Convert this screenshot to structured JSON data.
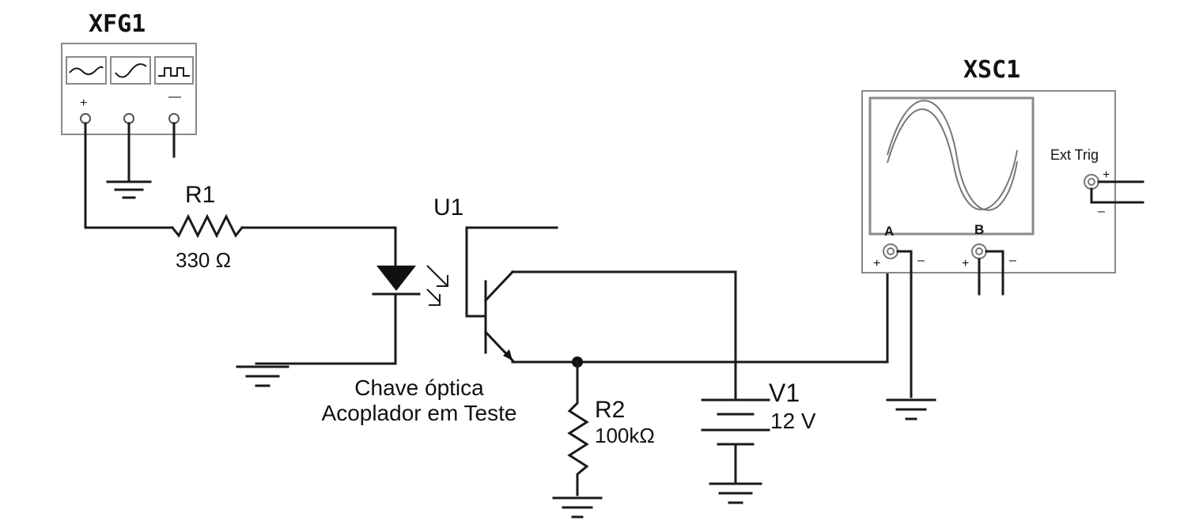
{
  "components": {
    "function_generator": {
      "ref": "XFG1",
      "terminals": [
        "+",
        "",
        "—"
      ]
    },
    "oscilloscope": {
      "ref": "XSC1",
      "trigger_label": "Ext Trig",
      "trigger_plus": "+",
      "trigger_minus": "–",
      "channel_a": "A",
      "channel_b": "B",
      "plus": "+",
      "minus": "–"
    },
    "r1": {
      "ref": "R1",
      "value": "330 Ω"
    },
    "u1": {
      "ref": "U1"
    },
    "r2": {
      "ref": "R2",
      "value": "100kΩ"
    },
    "v1": {
      "ref": "V1",
      "value": "12 V"
    }
  },
  "caption": {
    "line1": "Chave óptica",
    "line2": "Acoplador em Teste"
  }
}
